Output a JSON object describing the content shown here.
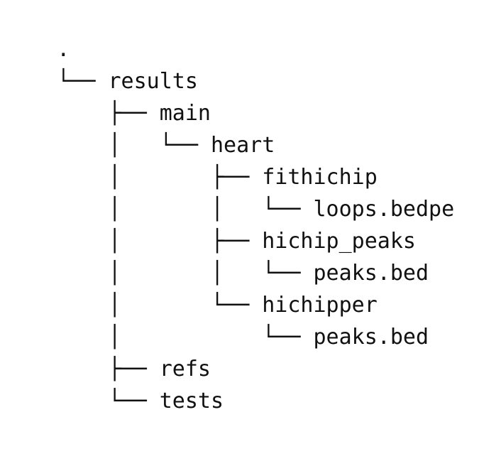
{
  "tree": {
    "lines": [
      {
        "prefix": "",
        "label": "."
      },
      {
        "prefix": "└── ",
        "label": "results"
      },
      {
        "prefix": "    ├── ",
        "label": "main"
      },
      {
        "prefix": "    │   └── ",
        "label": "heart"
      },
      {
        "prefix": "    │       ├── ",
        "label": "fithichip"
      },
      {
        "prefix": "    │       │   └── ",
        "label": "loops.bedpe"
      },
      {
        "prefix": "    │       ├── ",
        "label": "hichip_peaks"
      },
      {
        "prefix": "    │       │   └── ",
        "label": "peaks.bed"
      },
      {
        "prefix": "    │       └── ",
        "label": "hichipper"
      },
      {
        "prefix": "    │           └── ",
        "label": "peaks.bed"
      },
      {
        "prefix": "    ├── ",
        "label": "refs"
      },
      {
        "prefix": "    └── ",
        "label": "tests"
      }
    ]
  }
}
